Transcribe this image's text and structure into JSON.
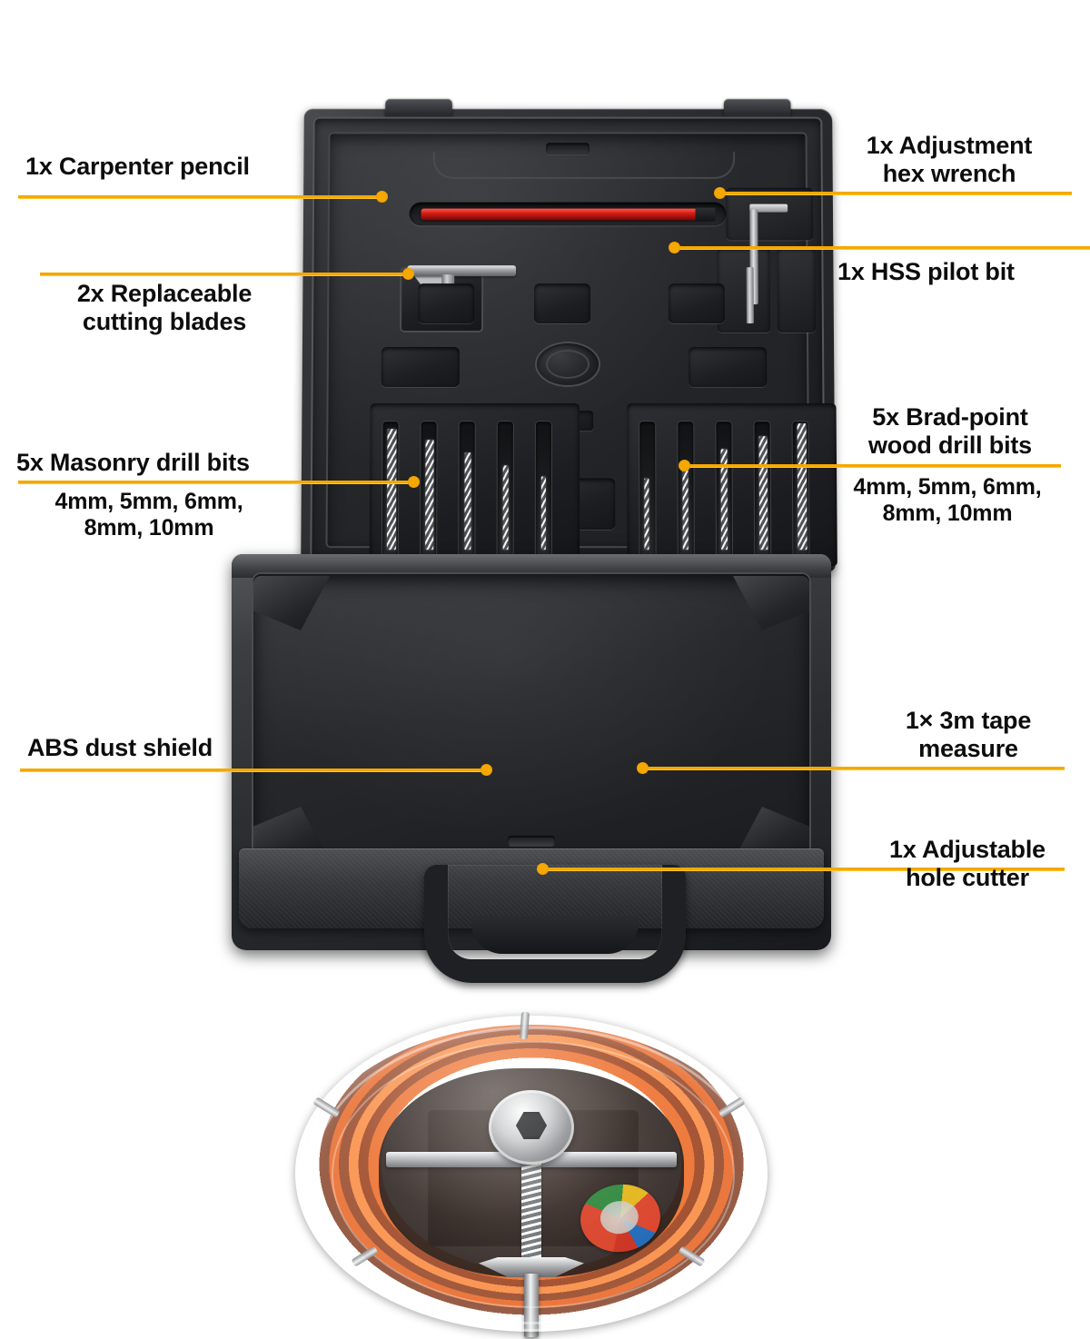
{
  "product": {
    "title": "Adjustable hole cutter kit in carrying case",
    "accent_color": "#F5A800",
    "accent_highlight": "#FFC72C",
    "text_color": "#0D0D0D",
    "background_color": "#FFFFFF"
  },
  "callouts": [
    {
      "id": "carpenter-pencil",
      "label": "1x Carpenter pencil",
      "detail": "",
      "side": "left"
    },
    {
      "id": "replaceable-cutting-blades",
      "label": "2x Replaceable\ncutting blades",
      "detail": "",
      "side": "left"
    },
    {
      "id": "masonry-drill-bits",
      "label": "5x Masonry drill bits",
      "detail": "4mm, 5mm, 6mm,\n8mm, 10mm",
      "side": "left"
    },
    {
      "id": "abs-dust-shield",
      "label": "ABS dust shield",
      "detail": "",
      "side": "left"
    },
    {
      "id": "adjustment-hex-wrench",
      "label": "1x Adjustment\nhex wrench",
      "detail": "",
      "side": "right"
    },
    {
      "id": "hss-pilot-bit",
      "label": "1x HSS pilot bit",
      "detail": "",
      "side": "right"
    },
    {
      "id": "brad-point-wood-drill-bits",
      "label": "5x Brad-point\nwood drill bits",
      "detail": "4mm, 5mm, 6mm,\n8mm, 10mm",
      "side": "right"
    },
    {
      "id": "tape-measure",
      "label": "1× 3m tape\nmeasure",
      "detail": "",
      "side": "right"
    },
    {
      "id": "adjustable-hole-cutter",
      "label": "1x Adjustable\nhole cutter",
      "detail": "",
      "side": "right"
    }
  ],
  "case": {
    "lid_contents": [
      "carpenter pencil",
      "cutting blades",
      "hex wrench",
      "pilot bit",
      "masonry drill bits",
      "brad-point wood drill bits"
    ],
    "base_contents": [
      "adjustable hole cutter",
      "ABS dust shield",
      "3m tape measure"
    ],
    "drill_bit_sizes": [
      "4mm",
      "5mm",
      "6mm",
      "8mm",
      "10mm"
    ],
    "masonry_bit_count": 5,
    "wood_bit_count": 5
  }
}
